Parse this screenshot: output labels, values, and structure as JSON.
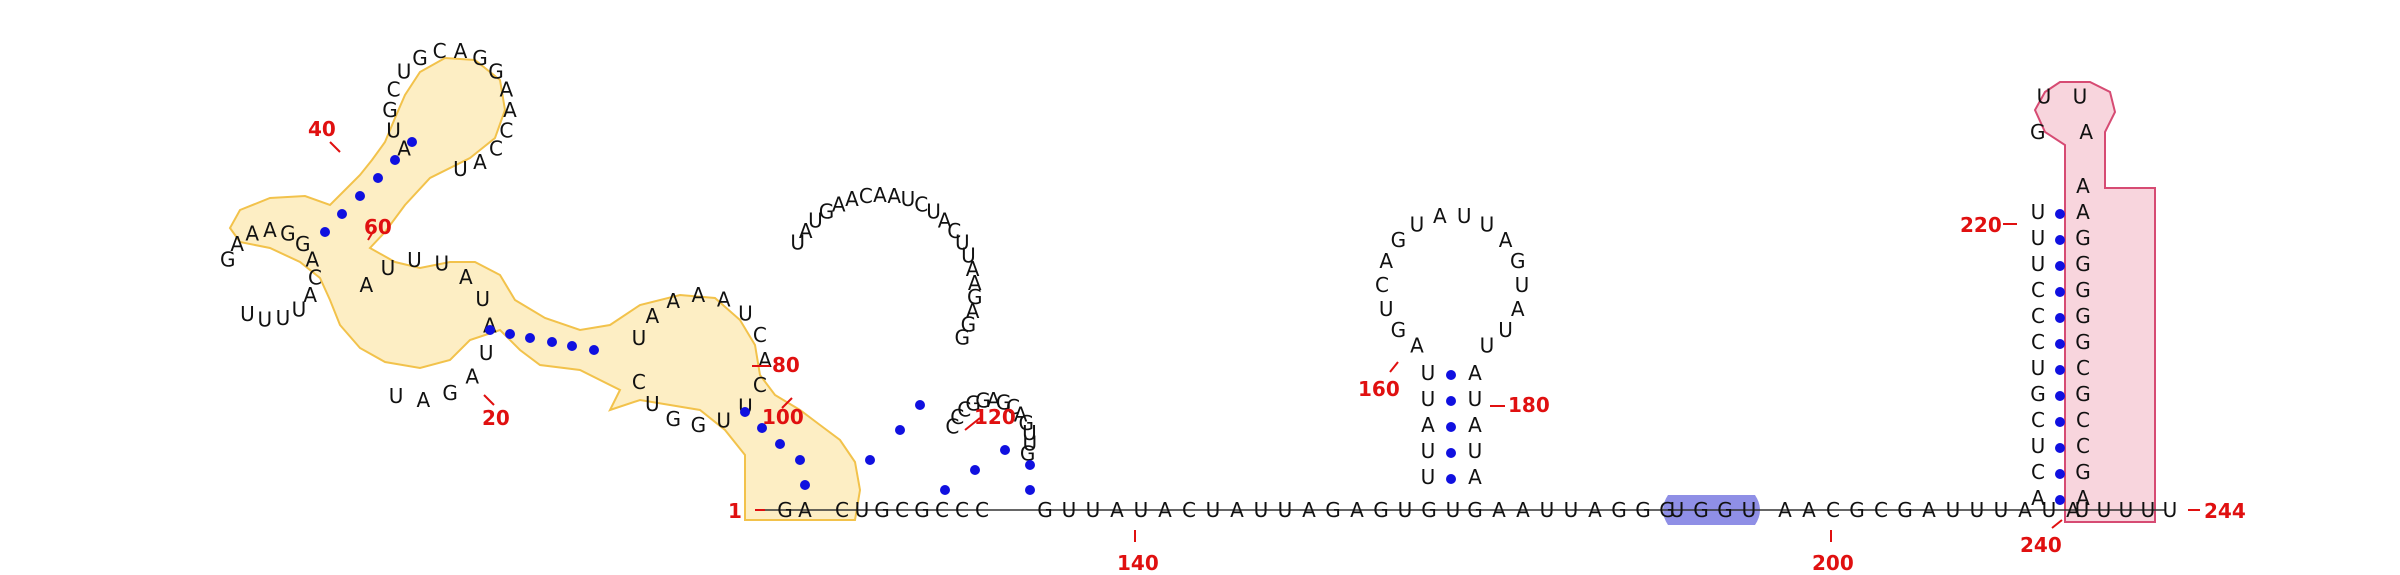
{
  "colors": {
    "background": "#ffffff",
    "nucleotide_text": "#111111",
    "backbone": "#333333",
    "base_pair_dot": "#1010e0",
    "number_label": "#e01010",
    "yellow_region_fill": "#fdeec4",
    "yellow_region_stroke": "#f2c24b",
    "pink_region_fill": "#f8d5dd",
    "pink_region_stroke": "#d64b73",
    "blue_highlight_fill": "#8f8fe6"
  },
  "numbering": {
    "n1": "1",
    "n20": "20",
    "n40": "40",
    "n60": "60",
    "n80": "80",
    "n100": "100",
    "n120": "120",
    "n140": "140",
    "n160": "160",
    "n180": "180",
    "n200": "200",
    "n220": "220",
    "n240": "240",
    "n244": "244"
  },
  "segments": {
    "left_stem_5p": "GA",
    "strand_after_left": "CUGCGCCC",
    "linker_140": "GUUAUACUAUUAGAGUGU",
    "after_hairpin_160": "GAAUUAGGG",
    "highlighted_motif": "UGGU",
    "linker_200": "AACGCGAUUUAUA",
    "tail_3p": "UUUUU",
    "hairpin_160_stem_5p": "UUAUU",
    "hairpin_160_stem_3p": "AUAUA",
    "hairpin_160_loop": "AGUCAGUAUUAGUAUU",
    "hairpin_220_stem_5p": "ACUCGUCCCUUU",
    "hairpin_220_stem_3p": "AGCCGCGGGGGAA",
    "hairpin_220_loop": "GUUA",
    "multiloop_upper": "UAUGAACAAUCUACUUAAGAGG",
    "multiloop_lower": "CCCGGAGCAGUUG"
  }
}
